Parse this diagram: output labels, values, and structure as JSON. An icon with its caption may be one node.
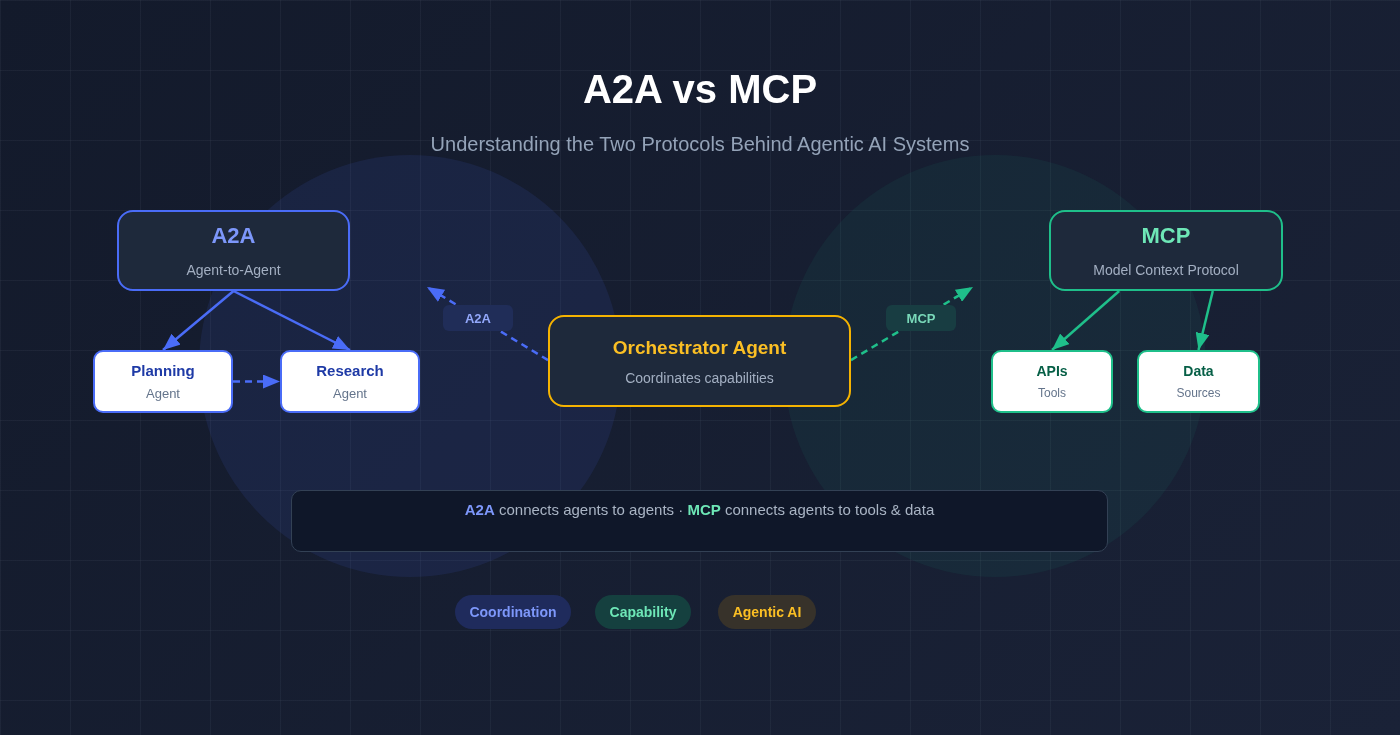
{
  "diagram": {
    "title": "A2A vs MCP",
    "nodes": [
      {
        "text": [
          "A2A",
          "Agent-to-Agent"
        ]
      },
      {
        "text": [
          "Planning",
          "Agent"
        ]
      },
      {
        "text": [
          "Research",
          "Agent"
        ]
      },
      {
        "text": [
          "Orchestrator Agent",
          "Coordinates capabilities"
        ]
      },
      {
        "text": [
          "MCP",
          "Model Context Protocol"
        ]
      },
      {
        "text": [
          "APIs",
          "Tools"
        ]
      },
      {
        "text": [
          "Data",
          "Sources"
        ]
      },
      {
        "text": [
          "**A2A** connects agents to agents · **MCP** connects agents to tools & data"
        ]
      },
      {
        "text": [
          "Coordination"
        ]
      },
      {
        "text": [
          "Capability"
        ]
      },
      {
        "text": [
          "Agentic AI"
        ]
      }
    ],
    "edges": [
      {
        "from": 0,
        "to": 1,
        "arrow": "to"
      },
      {
        "from": 0,
        "to": 2,
        "arrow": "to"
      },
      {
        "from": 1,
        "to": 2,
        "arrow": "to",
        "style": "dashed"
      },
      {
        "from": 3,
        "to": null,
        "arrow": "to",
        "style": "dashed",
        "label": "A2A"
      },
      {
        "from": 3,
        "to": null,
        "arrow": "to",
        "style": "dashed",
        "label": "MCP",
        "color": "#1fbf8a"
      },
      {
        "from": 4,
        "to": 5,
        "arrow": "to",
        "color": "#1fbf8a"
      },
      {
        "from": 4,
        "to": 6,
        "arrow": "to",
        "color": "#1fbf8a"
      }
    ],
    "labels": [
      "Understanding the Two Protocols Behind Agentic AI Systems"
    ]
  }
}
